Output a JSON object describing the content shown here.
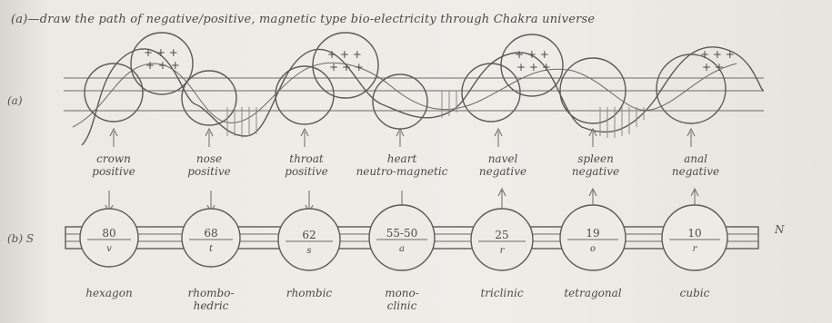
{
  "heading": "(a)—draw the path of negative/positive, magnetic type bio-electricity through Chakra universe",
  "row1_marker": "(a)",
  "row2_marker": "(b) S",
  "row2_end_marker": "N",
  "stages": [
    {
      "upper": "crown\npositive",
      "number": "80",
      "sub": "v",
      "lower": "hexagon"
    },
    {
      "upper": "nose\npositive",
      "number": "68",
      "sub": "t",
      "lower": "rhombo-\nhedric"
    },
    {
      "upper": "throat\npositive",
      "number": "62",
      "sub": "s",
      "lower": "rhombic"
    },
    {
      "upper": "heart\nneutro-magnetic",
      "number": "55-50",
      "sub": "a",
      "lower": "mono-\nclinic"
    },
    {
      "upper": "navel\nnegative",
      "number": "25",
      "sub": "r",
      "lower": "triclinic"
    },
    {
      "upper": "spleen\nnegative",
      "number": "19",
      "sub": "o",
      "lower": "tetragonal"
    },
    {
      "upper": "anal\nnegative",
      "number": "10",
      "sub": "r",
      "lower": "cubic"
    }
  ]
}
